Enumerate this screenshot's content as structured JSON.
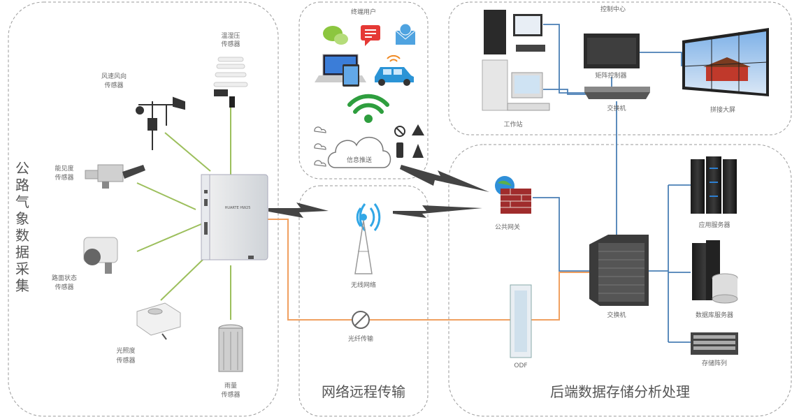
{
  "sections": {
    "collection": {
      "title_chars": [
        "公",
        "路",
        "气",
        "象",
        "数",
        "据",
        "采",
        "集"
      ]
    },
    "network": {
      "title": "网络远程传输"
    },
    "backend": {
      "title": "后端数据存储分析处理"
    }
  },
  "sensors": {
    "temp_humidity": [
      "温湿压",
      "传感器"
    ],
    "wind": [
      "风速风向",
      "传感器"
    ],
    "visibility": [
      "能见度",
      "传感器"
    ],
    "road": [
      "路面状态",
      "传感器"
    ],
    "light": [
      "光照度",
      "传感器"
    ],
    "rain": [
      "雨量",
      "传感器"
    ]
  },
  "device_label": "HUARTE HW25",
  "terminal": {
    "title": "终端用户",
    "cloud_label": "信息推送"
  },
  "network": {
    "wireless": "无线网络",
    "fiber": "光纤传输"
  },
  "control": {
    "title": "控制中心",
    "matrix": "矩阵控制器",
    "switch": "交换机",
    "video_wall": "拼接大屏",
    "workstation": "工作站"
  },
  "backend": {
    "gateway": "公共网关",
    "switch": "交换机",
    "odf": "ODF",
    "app_server": "应用服务器",
    "db_server": "数据库服务器",
    "storage": "存储阵列"
  },
  "colors": {
    "sensor_link": "#9cbf5c",
    "fiber": "#f0a060",
    "lan": "#4a7fb5",
    "wifi": "#2e9e3e",
    "border": "#9a9a9a"
  }
}
